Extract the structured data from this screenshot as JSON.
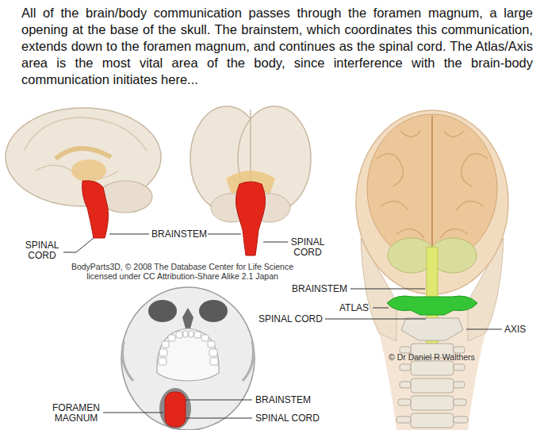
{
  "diagram": {
    "title": "All of the brain/body communication passes through the foramen magnum, a large opening at the base of the skull. The brainstem, which coordinates this communication, extends down to the foramen magnum, and continues as the spinal cord. The Atlas/Axis area is the most vital area of the body, since interference with the brain-body communication initiates here...",
    "labels": [
      "SPINAL CORD",
      "BRAINSTEM",
      "SPINAL CORD",
      "BodyParts3D, © 2008 The Database Center for Life Science licensed under CC Attribution-Share Alike 2.1 Japan",
      "BRAINSTEM",
      "ATLAS",
      "SPINAL CORD",
      "AXIS",
      "© Dr Daniel R Walthers",
      "FORAMEN MAGNUM",
      "BRAINSTEM",
      "SPINAL CORD"
    ]
  }
}
